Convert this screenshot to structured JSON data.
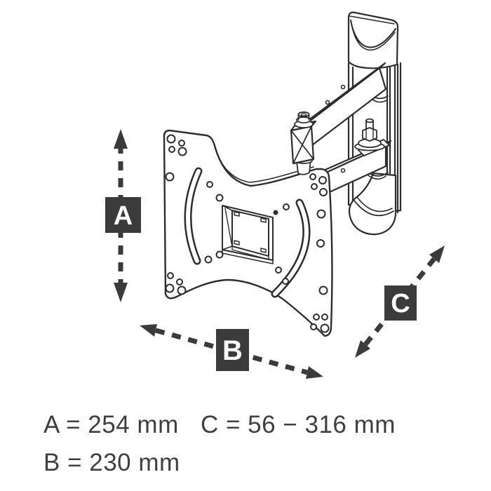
{
  "diagram": {
    "subject": "Articulating TV wall mount bracket with VESA plate — dimension drawing",
    "colors": {
      "background": "#ffffff",
      "line_art": "#2d2d2d",
      "dimension_marker_bg": "#3b3b3b",
      "dimension_marker_text": "#ffffff",
      "caption_text": "#3f3f3f"
    },
    "markers": {
      "a": {
        "letter": "A"
      },
      "b": {
        "letter": "B"
      },
      "c": {
        "letter": "C"
      }
    },
    "captions": {
      "a": "A = 254 mm",
      "b": "B = 230 mm",
      "c": "C = 56 − 316 mm"
    },
    "dimensions": {
      "A": "254 mm",
      "B": "230 mm",
      "C": "56 − 316 mm"
    }
  }
}
